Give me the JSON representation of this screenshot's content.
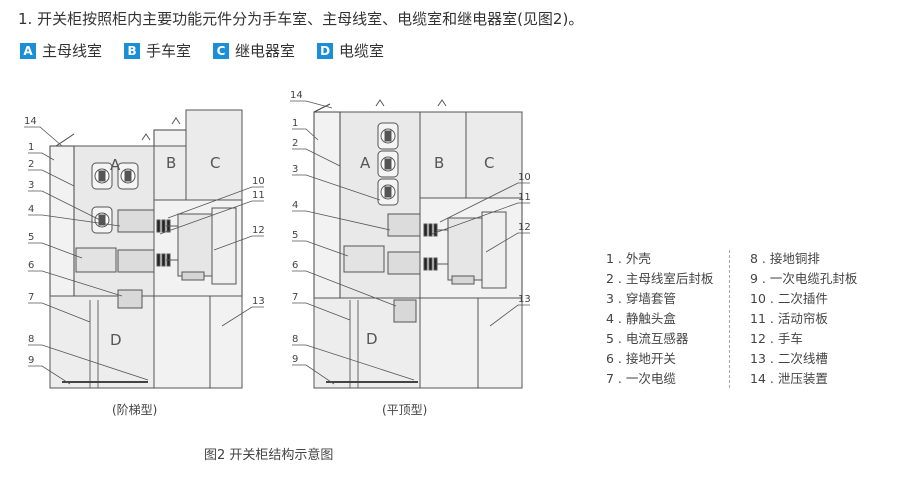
{
  "intro_text": "1. 开关柜按照柜内主要功能元件分为手车室、主母线室、电缆室和继电器室(见图2)。",
  "legend": [
    {
      "letter": "A",
      "label": "主母线室"
    },
    {
      "letter": "B",
      "label": "手车室"
    },
    {
      "letter": "C",
      "label": "继电器室"
    },
    {
      "letter": "D",
      "label": "电缆室"
    }
  ],
  "accent_color": "#1a8fd6",
  "diagram_left": {
    "caption": "(阶梯型)",
    "compartments": [
      "A",
      "B",
      "C",
      "D"
    ],
    "callouts": [
      "14",
      "1",
      "2",
      "3",
      "4",
      "5",
      "6",
      "7",
      "8",
      "9",
      "10",
      "11",
      "12",
      "13"
    ]
  },
  "diagram_right": {
    "caption": "(平顶型)",
    "compartments": [
      "A",
      "B",
      "C",
      "D"
    ],
    "callouts": [
      "14",
      "1",
      "2",
      "3",
      "4",
      "5",
      "6",
      "7",
      "8",
      "9",
      "10",
      "11",
      "12",
      "13"
    ]
  },
  "parts_left": [
    "1 . 外壳",
    "2 . 主母线室后封板",
    "3 . 穿墙套管",
    "4 . 静触头盒",
    "5 . 电流互感器",
    "6 . 接地开关",
    "7 . 一次电缆"
  ],
  "parts_right": [
    "8 . 接地铜排",
    "9 . 一次电缆孔封板",
    "10 . 二次插件",
    "11 . 活动帘板",
    "12 . 手车",
    "13 . 二次线槽",
    "14 . 泄压装置"
  ],
  "figure_title": "图2 开关柜结构示意图"
}
